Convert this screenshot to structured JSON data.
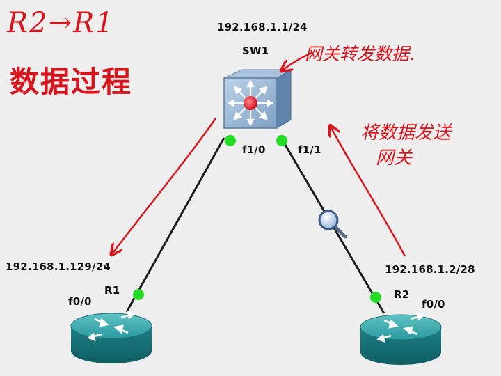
{
  "annotations": {
    "title_line1": "R2→R1",
    "title_line2": "数据过程",
    "note_switch": "网关转发数据.",
    "note_r2_line1": "将数据发送",
    "note_r2_line2": "网关"
  },
  "devices": {
    "sw1": {
      "name": "SW1",
      "ip": "192.168.1.1/24",
      "port_left": "f1/0",
      "port_right": "f1/1"
    },
    "r1": {
      "name": "R1",
      "ip": "192.168.1.129/24",
      "port": "f0/0"
    },
    "r2": {
      "name": "R2",
      "ip": "192.168.1.2/28",
      "port": "f0/0"
    }
  },
  "colors": {
    "annotation": "#d8141c",
    "link": "#1a1a1a",
    "port_up": "#22dd22",
    "router_body": "#1f8a8f",
    "switch_body": "#8fb0cf",
    "switch_center": "#e8283a",
    "background": "#eeeeee"
  },
  "icons": {
    "switch": "multilayer-switch-icon",
    "router": "router-icon",
    "capture": "magnifier-capture-icon"
  }
}
